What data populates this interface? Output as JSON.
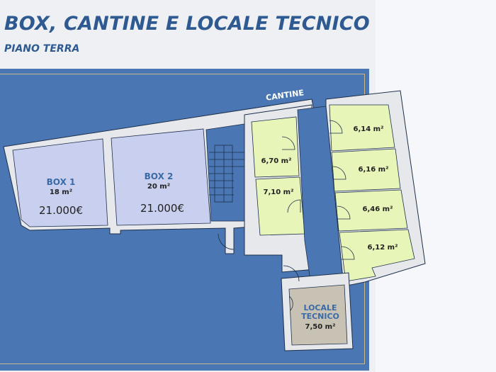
{
  "header": {
    "title": "BOX, CANTINE E LOCALE TECNICO",
    "subtitle": "PIANO TERRA"
  },
  "colors": {
    "title": "#2e5a91",
    "panel_bg": "#4a77b4",
    "box_fill": "#c9cfee",
    "cantina_fill": "#e8f5b8",
    "locale_fill": "#c8c2b4",
    "wall": "#e6e8ec"
  },
  "plan": {
    "cantine_label": "CANTINE",
    "boxes": [
      {
        "name": "BOX 1",
        "area": "18",
        "unit": "m²",
        "price": "21.000€"
      },
      {
        "name": "BOX 2",
        "area": "20",
        "unit": "m²",
        "price": "21.000€"
      }
    ],
    "cantine_left": [
      {
        "area": "6,70",
        "unit": "m²"
      },
      {
        "area": "7,10",
        "unit": "m²"
      }
    ],
    "cantine_right": [
      {
        "area": "6,14",
        "unit": "m²"
      },
      {
        "area": "6,16",
        "unit": "m²"
      },
      {
        "area": "6,46",
        "unit": "m²"
      },
      {
        "area": "6,12",
        "unit": "m²"
      }
    ],
    "locale_tecnico": {
      "name_line1": "LOCALE",
      "name_line2": "TECNICO",
      "area": "7,50",
      "unit": "m²"
    }
  }
}
